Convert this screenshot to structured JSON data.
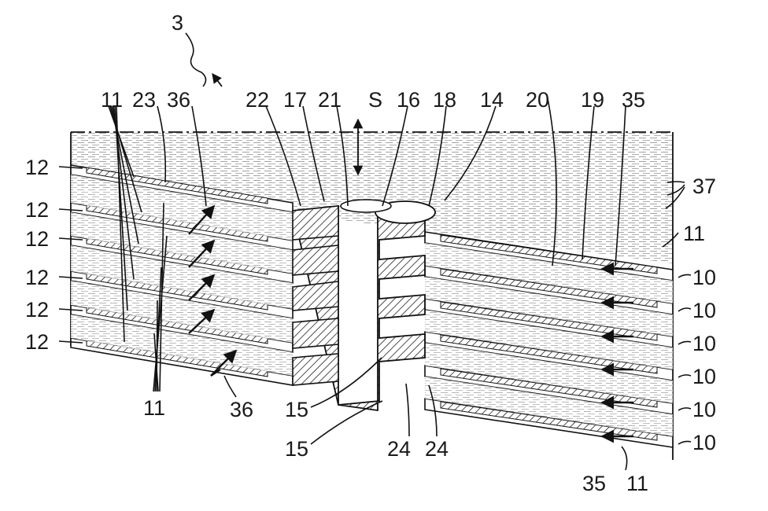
{
  "figure": {
    "ref_main": "3",
    "direction_label": "S",
    "top_labels": [
      "11",
      "23",
      "36",
      "22",
      "17",
      "21",
      "16",
      "18",
      "14",
      "20",
      "19",
      "35"
    ],
    "right_labels": {
      "ref_37": "37",
      "ref_11": "11",
      "ref_10": [
        "10",
        "10",
        "10",
        "10",
        "10",
        "10"
      ]
    },
    "left_labels": [
      "12",
      "12",
      "12",
      "12",
      "12",
      "12"
    ],
    "bottom_labels": {
      "ref_11": "11",
      "ref_36": "36",
      "ref_15a": "15",
      "ref_15b": "15",
      "ref_24a": "24",
      "ref_24b": "24",
      "ref_35": "35",
      "ref_11_right": "11"
    }
  }
}
